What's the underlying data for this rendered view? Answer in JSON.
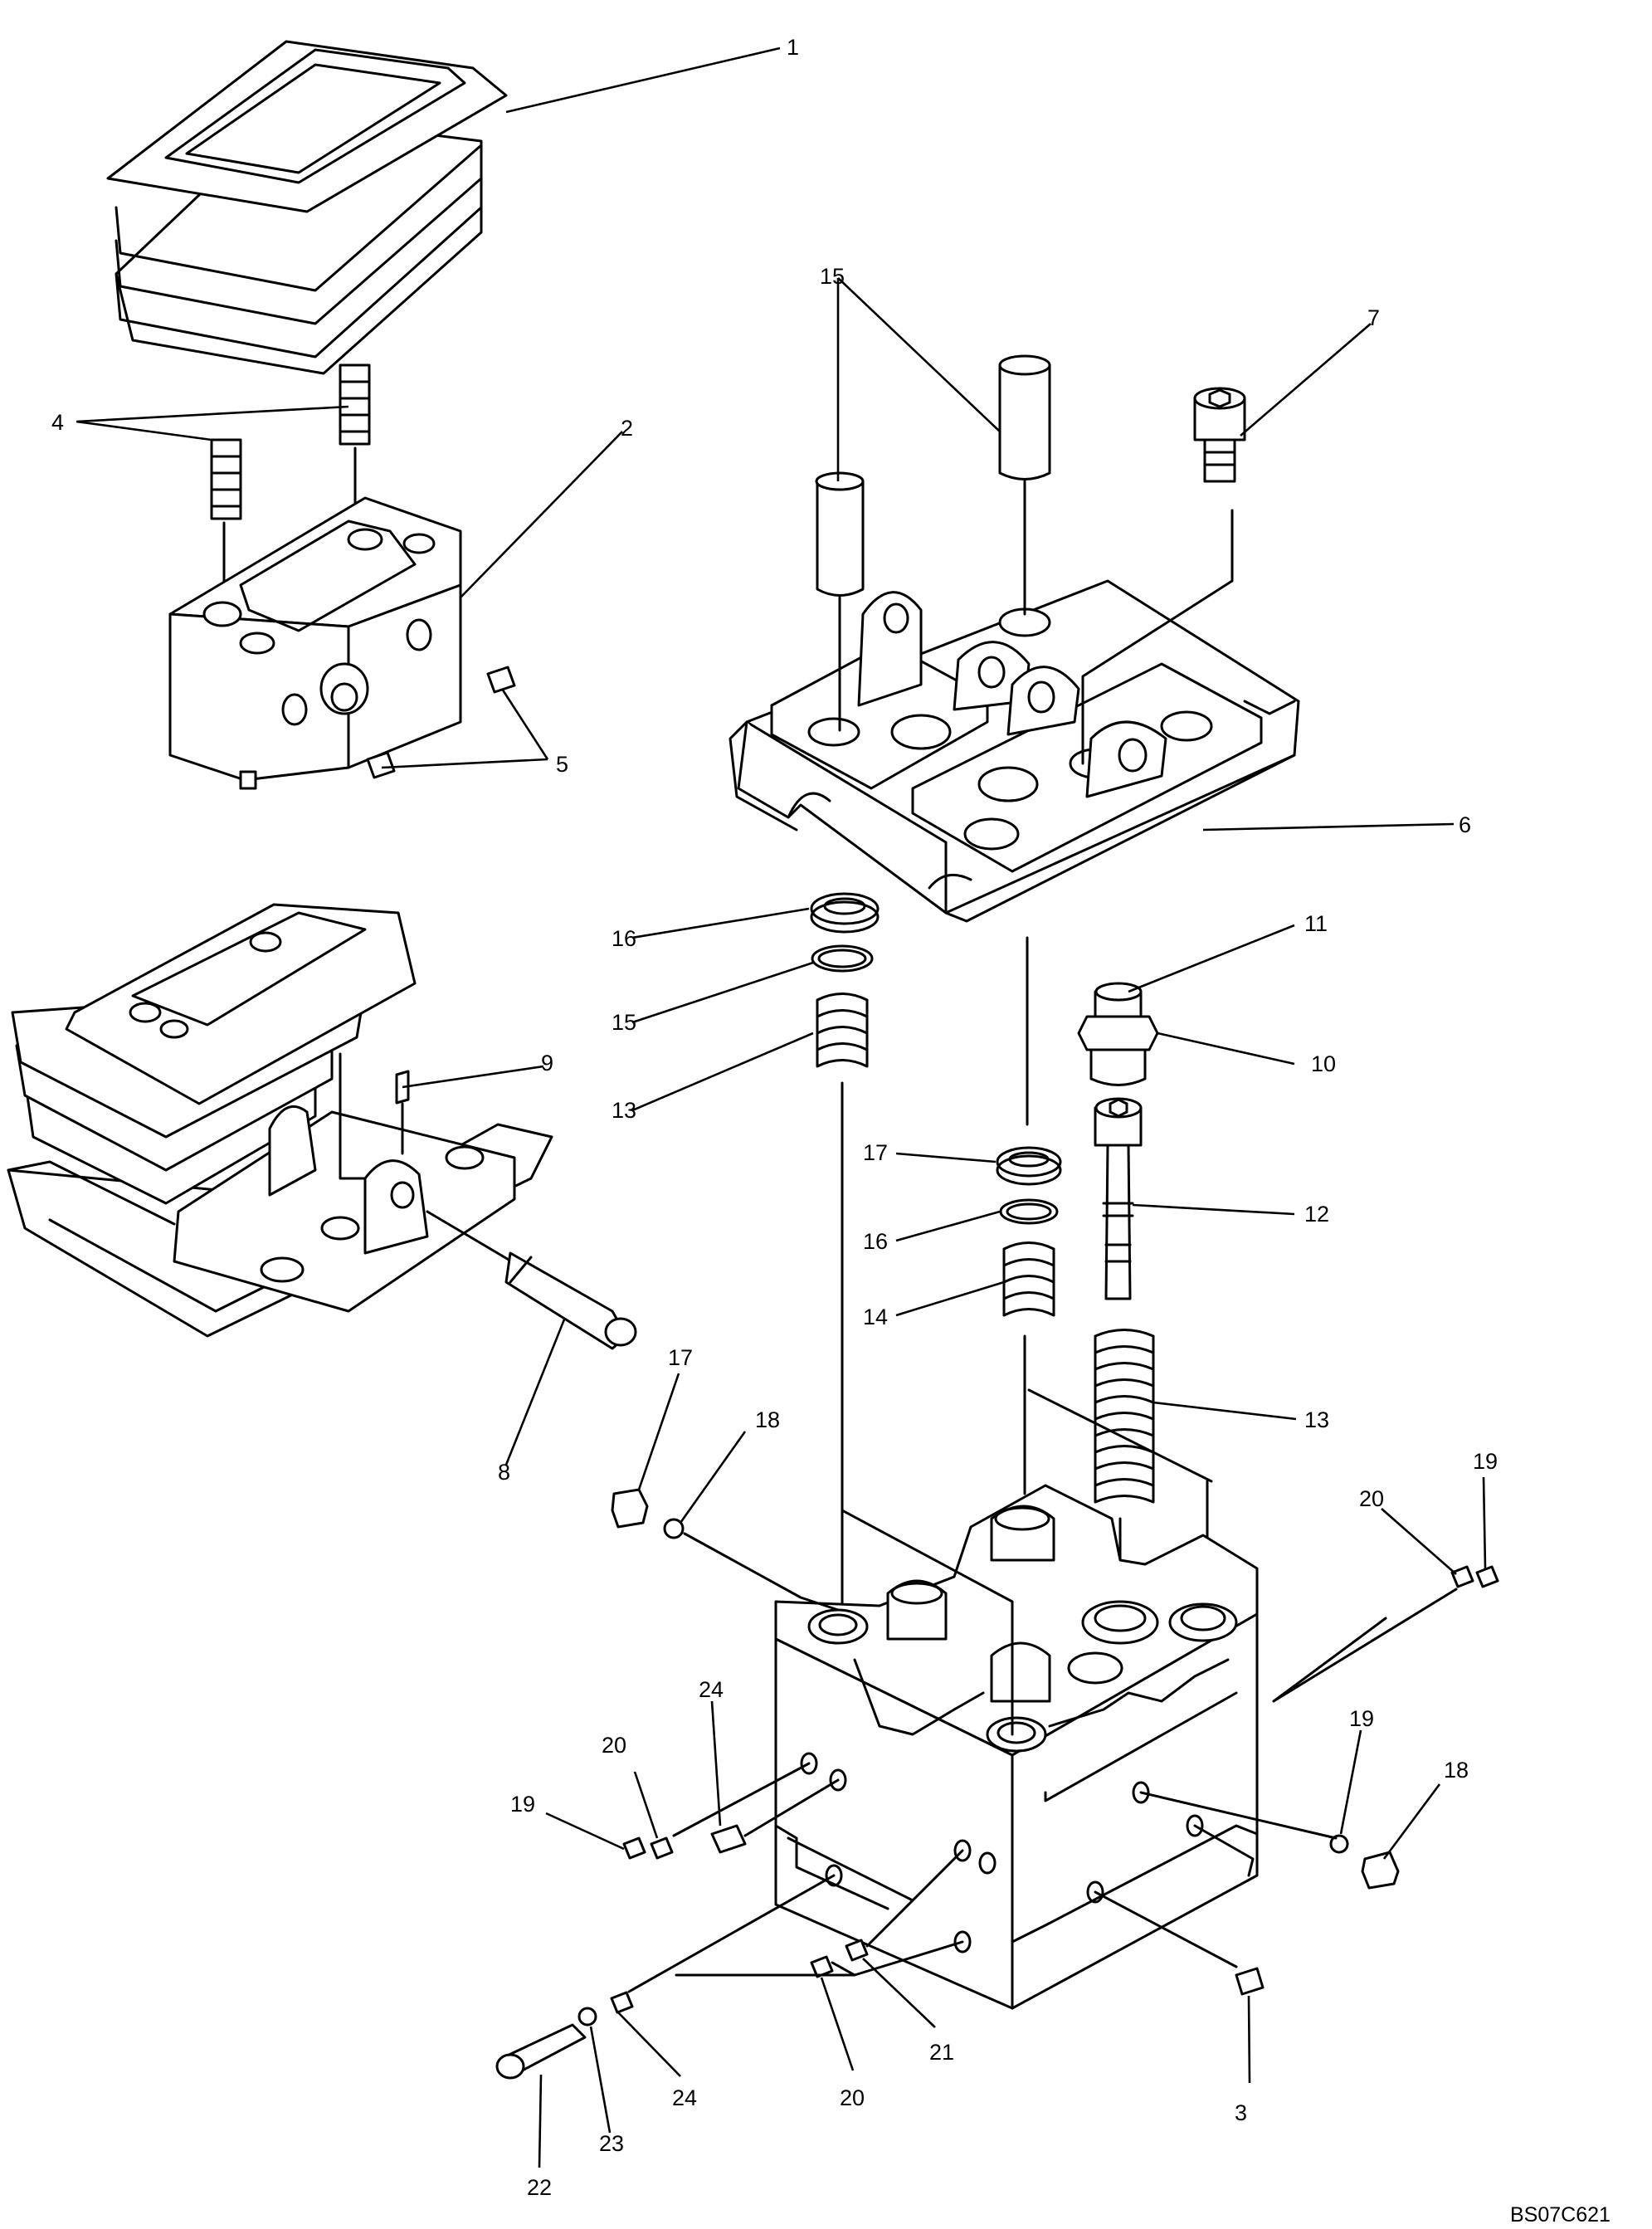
{
  "drawing_code": "BS07C621",
  "callouts": [
    "1",
    "2",
    "3",
    "4",
    "5",
    "6",
    "7",
    "8",
    "9",
    "10",
    "11",
    "12",
    "13",
    "13",
    "14",
    "15",
    "15",
    "16",
    "16",
    "17",
    "17",
    "18",
    "18",
    "19",
    "19",
    "19",
    "20",
    "20",
    "20",
    "21",
    "22",
    "23",
    "24",
    "24"
  ]
}
